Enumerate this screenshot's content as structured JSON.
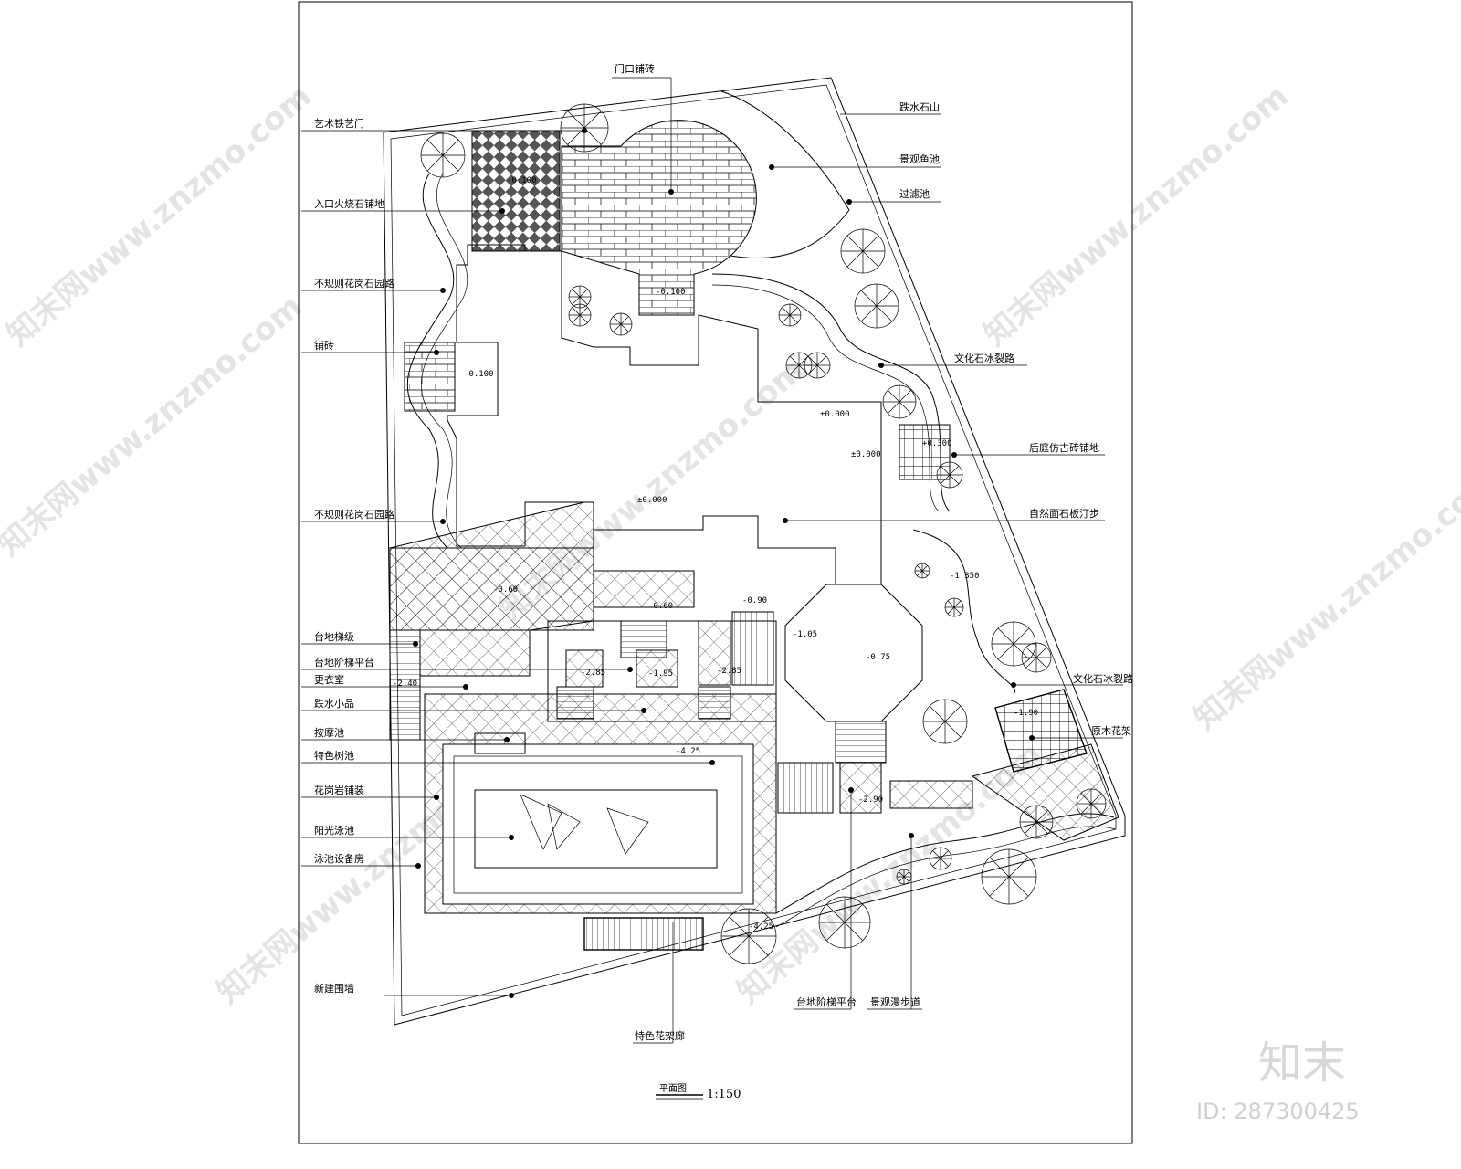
{
  "drawing": {
    "title": "平面图",
    "scale": "1:150",
    "left_labels": [
      "艺术铁艺门",
      "入口火烧石铺地",
      "不规则花岗石园路",
      "铺砖",
      "不规则花岗石园路",
      "台地梯级",
      "台地阶梯平台",
      "更衣室",
      "跌水小品",
      "按摩池",
      "特色树池",
      "花岗岩铺装",
      "阳光泳池",
      "泳池设备房",
      "新建围墙"
    ],
    "top_labels": [
      "门口铺砖"
    ],
    "right_labels": [
      "跌水石山",
      "景观鱼池",
      "过滤池",
      "文化石冰裂路",
      "后庭仿古砖铺地",
      "自然面石板汀步",
      "文化石冰裂路",
      "原木花架"
    ],
    "bottom_labels": [
      "特色花架廊",
      "台地阶梯平台",
      "景观漫步道"
    ],
    "elevations": [
      "-0.100",
      "-0.100",
      "-0.100",
      "±0.000",
      "±0.000",
      "±0.000",
      "+0.300",
      "-0.60",
      "-0.60",
      "-0.90",
      "-1.05",
      "-0.75",
      "-2.85",
      "-1.95",
      "-2.85",
      "-2.40",
      "-4.25",
      "-2.90",
      "-1.350",
      "-1.90",
      "-4.25"
    ]
  },
  "watermark": {
    "site": "知末网www.znzmo.com",
    "brand": "知末",
    "id": "ID: 287300425"
  }
}
